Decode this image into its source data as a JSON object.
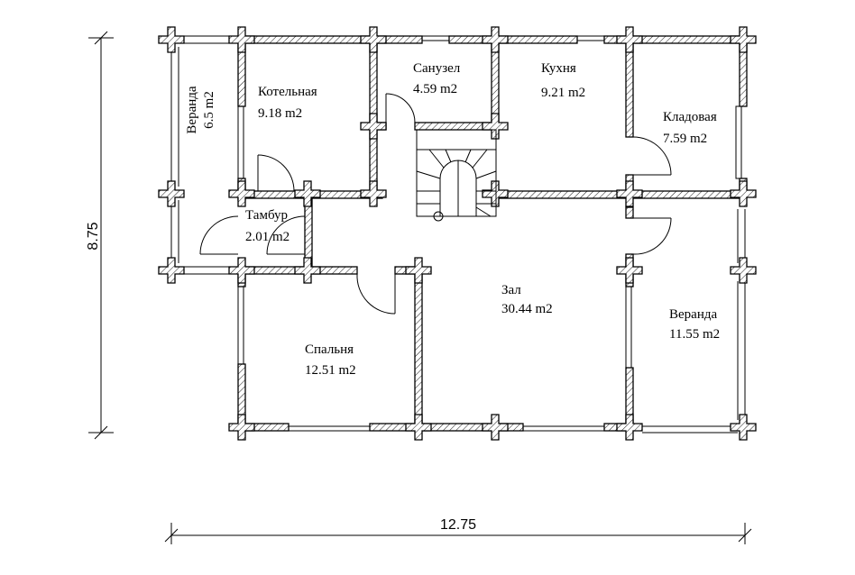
{
  "rooms": [
    {
      "id": "veranda-left",
      "name": "Веранда",
      "area": "6.5 m2"
    },
    {
      "id": "boiler",
      "name": "Котельная",
      "area": "9.18 m2"
    },
    {
      "id": "bathroom",
      "name": "Санузел",
      "area": "4.59 m2"
    },
    {
      "id": "kitchen",
      "name": "Кухня",
      "area": "9.21 m2"
    },
    {
      "id": "pantry",
      "name": "Кладовая",
      "area": "7.59 m2"
    },
    {
      "id": "vestibule",
      "name": "Тамбур",
      "area": "2.01 m2"
    },
    {
      "id": "hall",
      "name": "Зал",
      "area": "30.44 m2"
    },
    {
      "id": "veranda-right",
      "name": "Веранда",
      "area": "11.55 m2"
    },
    {
      "id": "bedroom",
      "name": "Спальня",
      "area": "12.51 m2"
    }
  ],
  "dimensions": {
    "width": "12.75",
    "height": "8.75"
  },
  "colors": {
    "line": "#000000",
    "background": "#ffffff"
  }
}
